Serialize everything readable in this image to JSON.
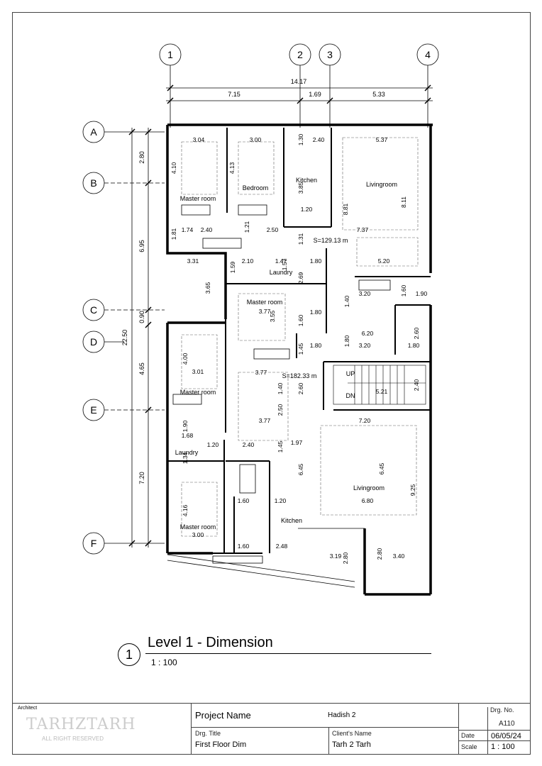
{
  "grid_columns": [
    "1",
    "2",
    "3",
    "4"
  ],
  "grid_rows": [
    "A",
    "B",
    "C",
    "D",
    "E",
    "F"
  ],
  "overall_dims": {
    "total_width": "14.17",
    "col_spans": [
      "7.15",
      "1.69",
      "5.33"
    ],
    "total_height": "22.50",
    "row_spans": [
      "2.80",
      "6.95",
      "0.90",
      "4.65",
      "7.20"
    ]
  },
  "rooms": [
    {
      "name": "Master room"
    },
    {
      "name": "Bedroom"
    },
    {
      "name": "Kitchen"
    },
    {
      "name": "Livingroom"
    },
    {
      "name": "Laundry"
    },
    {
      "name": "Master room"
    },
    {
      "name": "Master room"
    },
    {
      "name": "Laundry"
    },
    {
      "name": "Master room"
    },
    {
      "name": "Kitchen"
    },
    {
      "name": "Livingroom"
    }
  ],
  "area_labels": [
    "S=129.13 m",
    "S=182.33 m"
  ],
  "stair_labels": {
    "up": "UP",
    "down": "DN"
  },
  "dims": [
    "3.04",
    "3.00",
    "1.30",
    "2.40",
    "5.37",
    "4.10",
    "4.13",
    "3.85",
    "8.81",
    "8.11",
    "1.20",
    "1.21",
    "1.81",
    "1.74",
    "2.40",
    "2.50",
    "1.31",
    "7.37",
    "3.31",
    "2.10",
    "1.47",
    "1.57",
    "1.80",
    "5.20",
    "1.59",
    "2.69",
    "3.65",
    "1.40",
    "3.20",
    "1.60",
    "1.90",
    "3.77",
    "3.55",
    "1.80",
    "1.60",
    "6.20",
    "1.80",
    "3.20",
    "1.80",
    "2.60",
    "1.45",
    "1.80",
    "4.00",
    "3.01",
    "3.77",
    "2.60",
    "1.40",
    "5.21",
    "2.40",
    "1.90",
    "3.77",
    "2.50",
    "7.20",
    "1.68",
    "1.20",
    "2.40",
    "1.45",
    "1.97",
    "1.34",
    "6.45",
    "6.45",
    "4.16",
    "1.60",
    "1.20",
    "6.80",
    "9.25",
    "3.00",
    "1.60",
    "2.48",
    "3.19",
    "2.80",
    "2.80",
    "3.40"
  ],
  "view": {
    "number": "1",
    "title": "Level 1 - Dimension",
    "scale": "1 : 100"
  },
  "title_block": {
    "logo_caption": "Architect",
    "logo_name": "TARHZTARH",
    "logo_sub": "ALL RIGHT RESERVED",
    "project_name_label": "Project Name",
    "project_name": "Hadish 2",
    "drg_title_label": "Drg. Title",
    "drg_title": "First Floor Dim",
    "client_label": "Client's Name",
    "client": "Tarh 2 Tarh",
    "drg_no_label": "Drg. No.",
    "drg_no": "A110",
    "date_label": "Date",
    "date": "06/05/24",
    "scale_label": "Scale",
    "scale": "1 : 100"
  }
}
